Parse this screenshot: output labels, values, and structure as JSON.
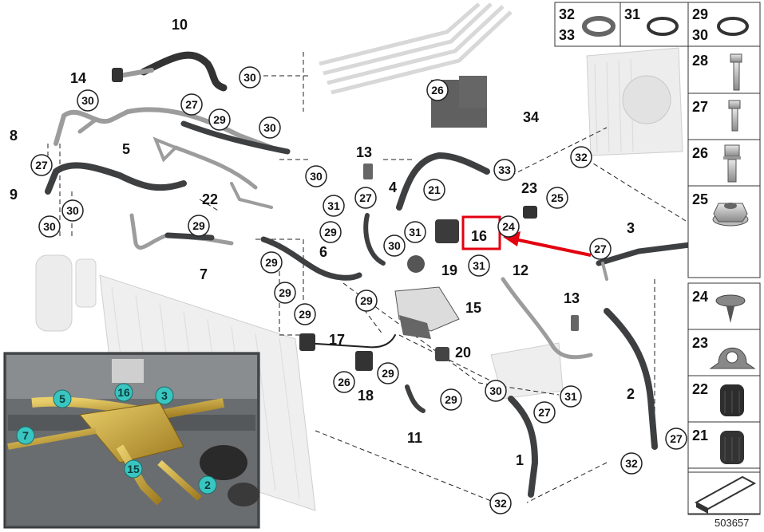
{
  "diagram": {
    "part_callouts": [
      "10",
      "14",
      "8",
      "5",
      "9",
      "22",
      "7",
      "6",
      "13",
      "4",
      "23",
      "3",
      "12",
      "1",
      "2",
      "11",
      "15",
      "16",
      "17",
      "18",
      "19",
      "20",
      "34"
    ],
    "circle_refs": [
      "30",
      "27",
      "29",
      "26",
      "31",
      "32",
      "33",
      "24",
      "25",
      "21"
    ],
    "highlighted_part": "16",
    "right_panel": {
      "seal_row": [
        {
          "nums": [
            "32",
            "33"
          ]
        },
        {
          "nums": [
            "31"
          ]
        },
        {
          "nums": [
            "29",
            "30"
          ]
        }
      ],
      "hardware": [
        {
          "num": "28",
          "icon": "long-bolt-icon"
        },
        {
          "num": "27",
          "icon": "bolt-icon"
        },
        {
          "num": "26",
          "icon": "collar-bolt-icon"
        },
        {
          "num": "25",
          "icon": "flange-nut-icon"
        }
      ],
      "hardware_lower": [
        {
          "num": "24",
          "icon": "push-clip-icon"
        },
        {
          "num": "23",
          "icon": "bracket-clip-icon"
        },
        {
          "num": "22",
          "icon": "rubber-cap-icon"
        },
        {
          "num": "21",
          "icon": "dust-cap-icon"
        }
      ]
    },
    "inset_labels": [
      "5",
      "16",
      "3",
      "7",
      "15",
      "2"
    ],
    "drawing_code": "503657",
    "accent_colors": {
      "highlight": "#e3000f",
      "teal": "#39c6c1",
      "gold": "#c9a43c"
    }
  }
}
